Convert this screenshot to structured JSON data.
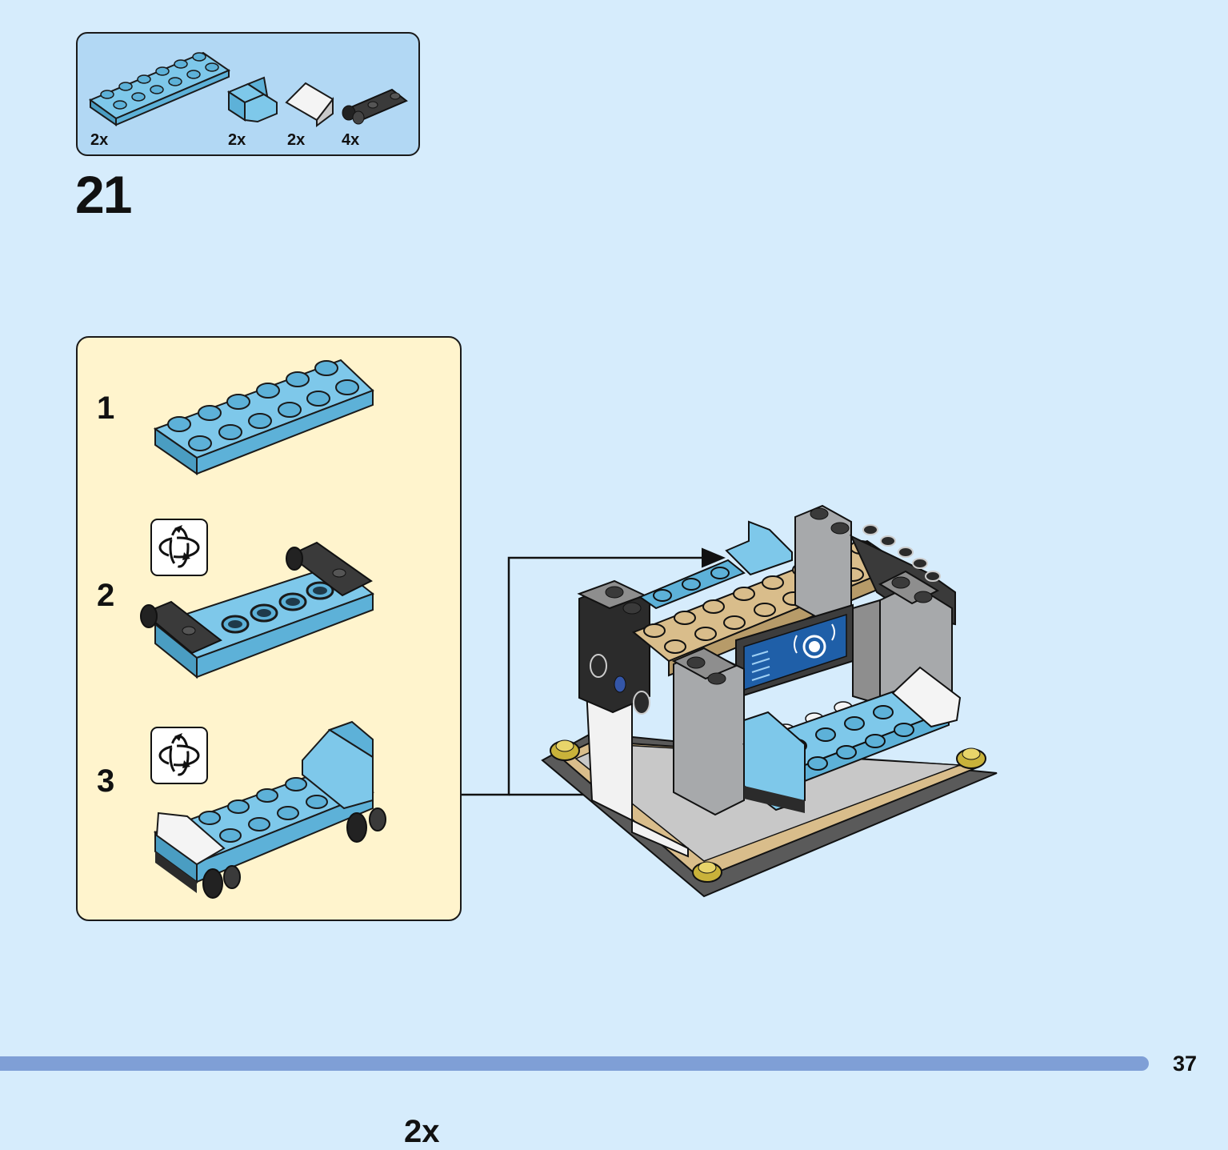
{
  "parts_list": [
    {
      "icon": "blue-plate-2x6-icon",
      "quantity": "2x"
    },
    {
      "icon": "blue-bracket-icon",
      "quantity": "2x"
    },
    {
      "icon": "white-slope-icon",
      "quantity": "2x"
    },
    {
      "icon": "black-wheel-holder-icon",
      "quantity": "4x"
    }
  ],
  "step_number": "21",
  "substeps": [
    {
      "number": "1"
    },
    {
      "number": "2"
    },
    {
      "number": "3"
    }
  ],
  "sub_multiplier": "2x",
  "page_number": "37",
  "colors": {
    "background": "#d6ecfc",
    "parts_box": "#b2d8f4",
    "substep_box": "#fff4cd",
    "brick_blue": "#5db1d8",
    "brick_tan": "#d9bd8b",
    "brick_gray": "#a7a9ab",
    "brick_black": "#2b2b2b",
    "page_bar": "#7f9fd6"
  }
}
